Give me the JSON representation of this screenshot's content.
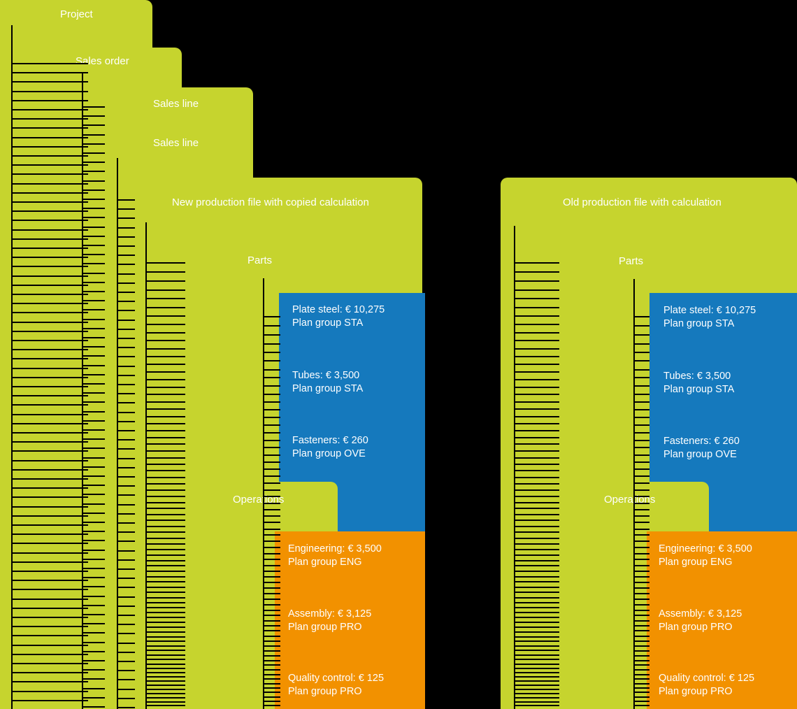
{
  "diagram": {
    "type": "hierarchy-tree",
    "title_cards": [
      {
        "id": "project",
        "label": "Project"
      },
      {
        "id": "sales-order",
        "label": "Sales order"
      },
      {
        "id": "sales-line-1",
        "label": "Sales line"
      },
      {
        "id": "sales-line-2",
        "label": "Sales line"
      },
      {
        "id": "new-production-file",
        "label": "New production file with copied calculation"
      },
      {
        "id": "old-production-file",
        "label": "Old production file with calculation"
      },
      {
        "id": "parts-new",
        "label": "Parts"
      },
      {
        "id": "parts-old",
        "label": "Parts"
      },
      {
        "id": "operations-new",
        "label": "Operations"
      },
      {
        "id": "operations-old",
        "label": "Operations"
      }
    ],
    "parts": [
      {
        "line1": "Plate steel: € 10,275",
        "line2": "Plan group STA"
      },
      {
        "line1": "Tubes: € 3,500",
        "line2": "Plan group STA"
      },
      {
        "line1": "Fasteners: € 260",
        "line2": "Plan group OVE"
      }
    ],
    "operations": [
      {
        "line1": "Engineering: € 3,500",
        "line2": "Plan group ENG"
      },
      {
        "line1": "Assembly: € 3,125",
        "line2": "Plan group PRO"
      },
      {
        "line1": "Quality control: € 125",
        "line2": "Plan group PRO"
      }
    ],
    "colors": {
      "green": "#c6d42e",
      "blue": "#1579bd",
      "orange": "#f29100",
      "background": "#000000",
      "text": "#ffffff",
      "connector": "#000000"
    }
  },
  "left": {
    "card_project": "Project",
    "card_sales_order": "Sales order",
    "card_sales_line_a": "Sales line",
    "card_sales_line_b": "Sales line",
    "card_production_file": "New production file with copied calculation",
    "card_parts": "Parts",
    "card_operations": "Operations",
    "parts": [
      {
        "line1": "Plate steel: € 10,275",
        "line2": "Plan group STA"
      },
      {
        "line1": "Tubes: € 3,500",
        "line2": "Plan group STA"
      },
      {
        "line1": "Fasteners: € 260",
        "line2": "Plan group OVE"
      }
    ],
    "operations": [
      {
        "line1": "Engineering: € 3,500",
        "line2": "Plan group ENG"
      },
      {
        "line1": "Assembly: € 3,125",
        "line2": "Plan group PRO"
      },
      {
        "line1": "Quality control: € 125",
        "line2": "Plan group PRO"
      }
    ]
  },
  "right": {
    "card_production_file": "Old production file with calculation",
    "card_parts": "Parts",
    "card_operations": "Operations",
    "parts": [
      {
        "line1": "Plate steel: € 10,275",
        "line2": "Plan group STA"
      },
      {
        "line1": "Tubes: € 3,500",
        "line2": "Plan group STA"
      },
      {
        "line1": "Fasteners: € 260",
        "line2": "Plan group OVE"
      }
    ],
    "operations": [
      {
        "line1": "Engineering: € 3,500",
        "line2": "Plan group ENG"
      },
      {
        "line1": "Assembly: € 3,125",
        "line2": "Plan group PRO"
      },
      {
        "line1": "Quality control: € 125",
        "line2": "Plan group PRO"
      }
    ]
  }
}
